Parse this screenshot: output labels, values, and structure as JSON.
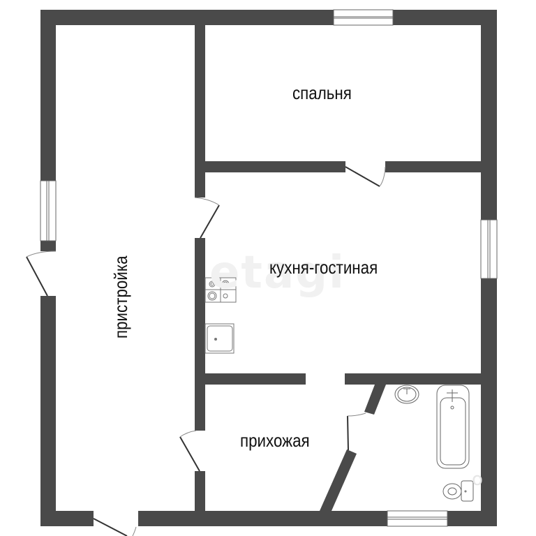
{
  "plan": {
    "wall_color": "#4a4a4a",
    "fixture_stroke": "#555555",
    "background": "#ffffff",
    "rooms": [
      {
        "id": "bedroom",
        "label": "спальня"
      },
      {
        "id": "kitchen-living",
        "label": "кухня-гостиная"
      },
      {
        "id": "extension",
        "label": "пристройка"
      },
      {
        "id": "hallway",
        "label": "прихожая"
      },
      {
        "id": "bathroom",
        "label": ""
      }
    ],
    "fixtures": [
      "stove",
      "kitchen-sink",
      "bathroom-sink",
      "bathtub",
      "toilet"
    ],
    "openings": {
      "windows": 4,
      "doors": 6
    }
  },
  "watermark": {
    "text": "etagi",
    "corner": "o"
  }
}
